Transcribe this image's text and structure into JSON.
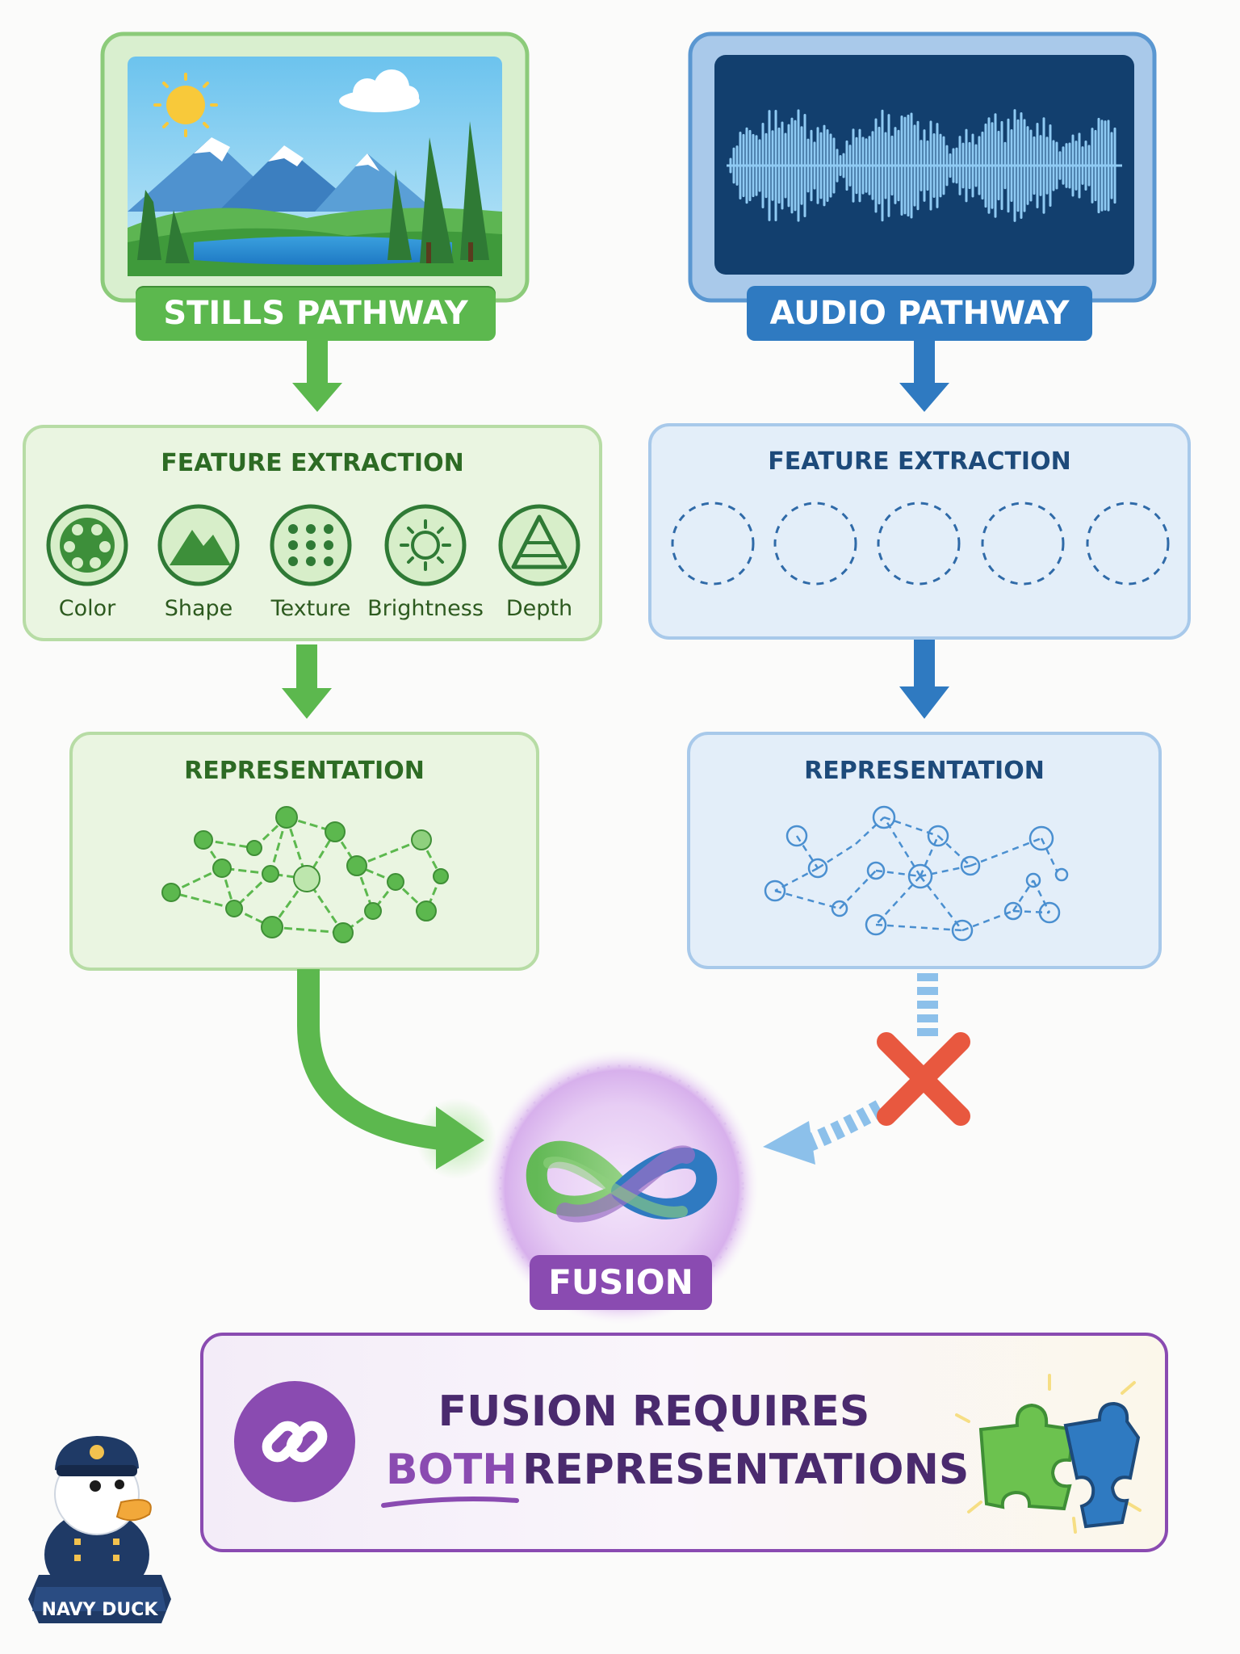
{
  "stills": {
    "pathway_label": "STILLS PATHWAY",
    "feature_title": "FEATURE EXTRACTION",
    "features": [
      "Color",
      "Shape",
      "Texture",
      "Brightness",
      "Depth"
    ],
    "representation_title": "REPRESENTATION"
  },
  "audio": {
    "pathway_label": "AUDIO PATHWAY",
    "feature_title": "FEATURE EXTRACTION",
    "representation_title": "REPRESENTATION"
  },
  "fusion": {
    "label": "FUSION"
  },
  "conclusion": {
    "line1": "FUSION REQUIRES",
    "highlight": "BOTH",
    "line2_rest": "REPRESENTATIONS"
  },
  "mascot": {
    "label": "NAVY DUCK"
  },
  "colors": {
    "green": "#5cb84e",
    "blue": "#2f7ac1",
    "purple": "#8a4bb1",
    "red": "#e8583f"
  }
}
